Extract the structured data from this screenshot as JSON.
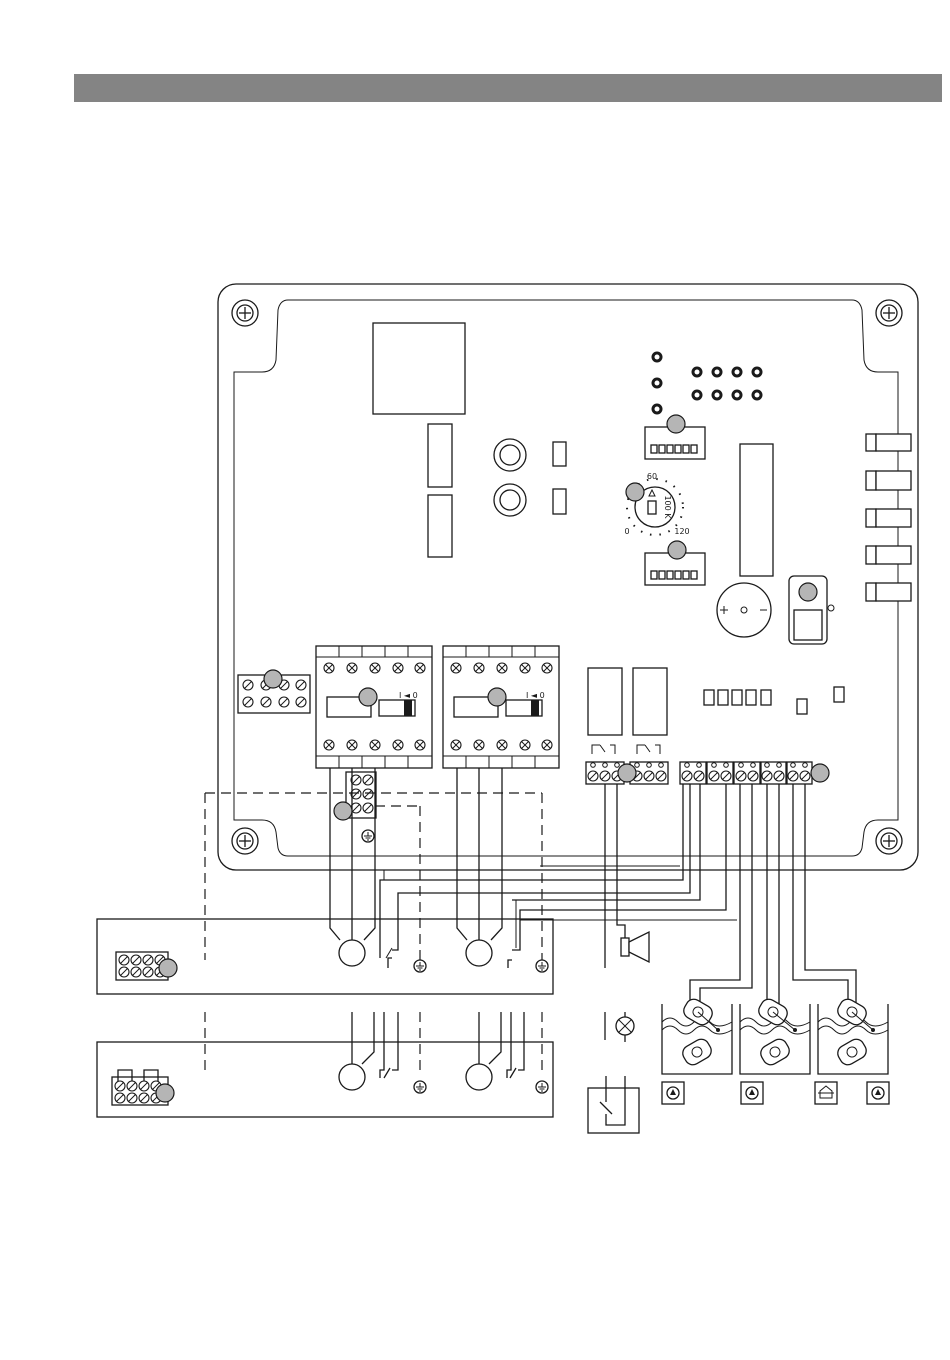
{
  "header": {
    "fill_color": "#848484"
  },
  "potentiometer": {
    "scale_top": "60",
    "scale_left": "0",
    "scale_right": "120",
    "knob_text": "100 K"
  },
  "contactor_1": {
    "switch_label": "I ◄ 0"
  },
  "contactor_2": {
    "switch_label": "I ◄ 0"
  },
  "callout_color": "#b5b5b5",
  "icons": [
    "ground-icon",
    "horn-icon",
    "lamp-icon",
    "pump-icon",
    "house-icon",
    "screw-terminal-icon",
    "buzzer-icon"
  ]
}
